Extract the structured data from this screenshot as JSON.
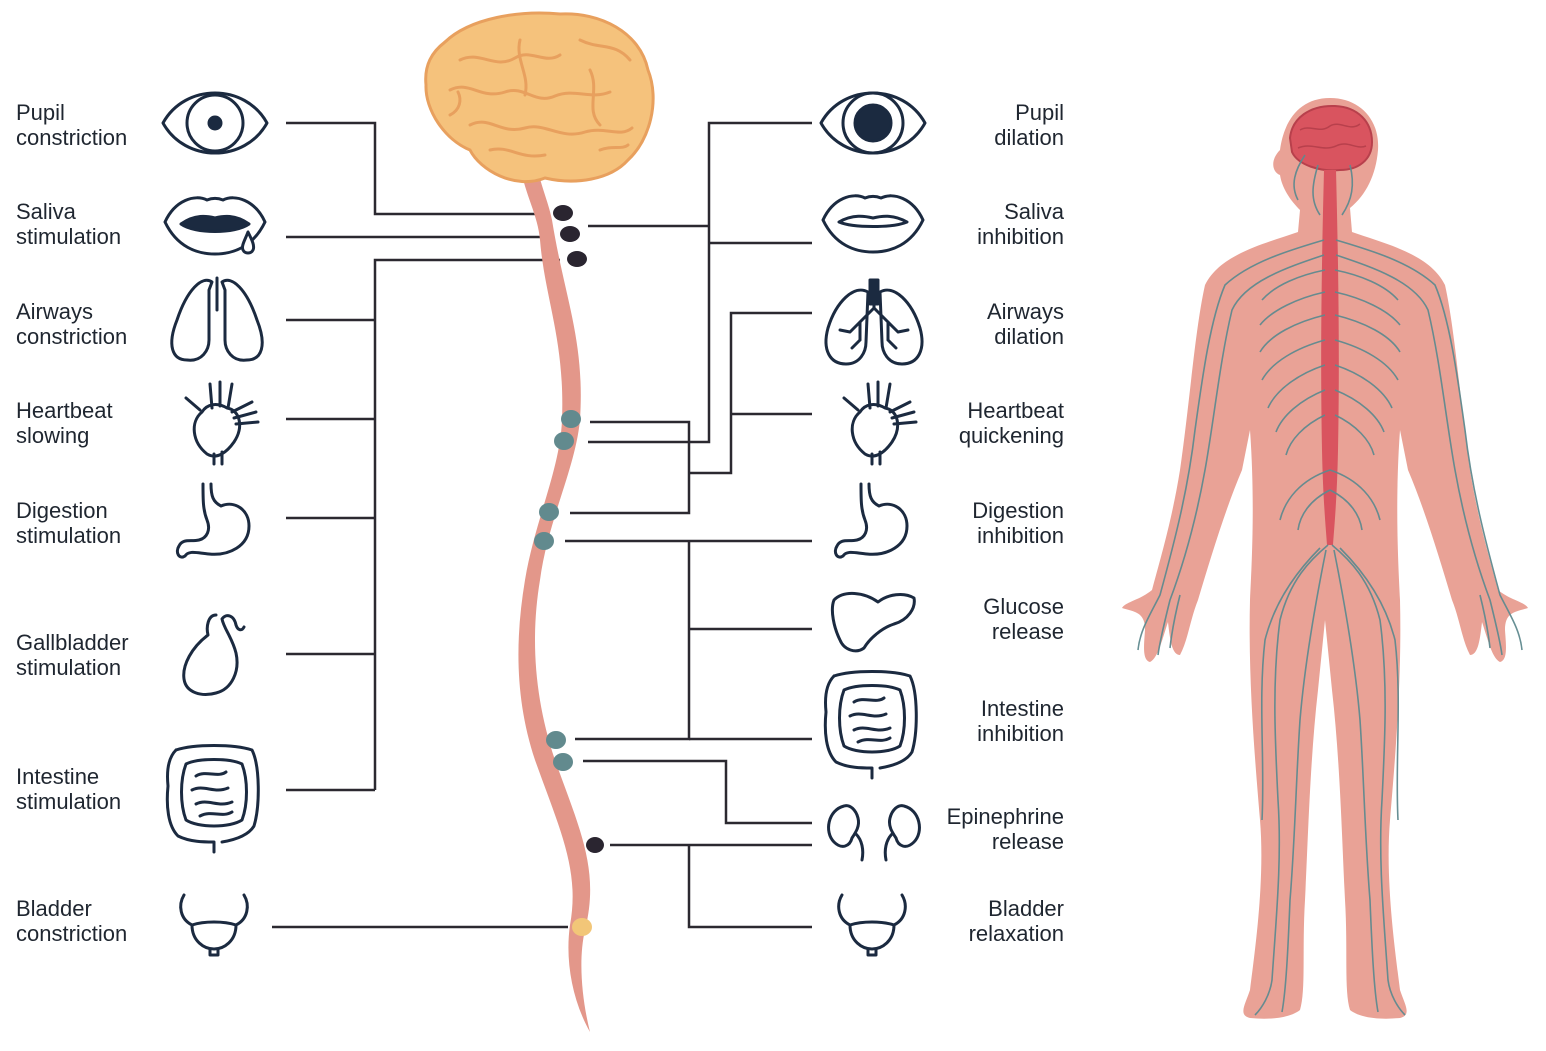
{
  "colors": {
    "line": "#2b2930",
    "icon_stroke": "#1b2a40",
    "brain": "#f5c27c",
    "brain_fold": "#e8a05e",
    "spine": "#e3978a",
    "body": "#e9a296",
    "nerves": "#5f8a8f",
    "node_dark": "#2a2530",
    "node_teal": "#628a8e",
    "node_yellow": "#f2c678"
  },
  "left_effects": [
    {
      "id": "pupil-constriction",
      "line1": "Pupil",
      "line2": "constriction",
      "icon": "eye-icon"
    },
    {
      "id": "saliva-stimulation",
      "line1": "Saliva",
      "line2": "stimulation",
      "icon": "lips-drool-icon"
    },
    {
      "id": "airways-constriction",
      "line1": "Airways",
      "line2": "constriction",
      "icon": "lungs-icon"
    },
    {
      "id": "heartbeat-slowing",
      "line1": "Heartbeat",
      "line2": "slowing",
      "icon": "heart-icon"
    },
    {
      "id": "digestion-stimulation",
      "line1": "Digestion",
      "line2": "stimulation",
      "icon": "stomach-icon"
    },
    {
      "id": "gallbladder-stimulation",
      "line1": "Gallbladder",
      "line2": "stimulation",
      "icon": "gallbladder-icon"
    },
    {
      "id": "intestine-stimulation",
      "line1": "Intestine",
      "line2": "stimulation",
      "icon": "intestine-icon"
    },
    {
      "id": "bladder-constriction",
      "line1": "Bladder",
      "line2": "constriction",
      "icon": "bladder-icon"
    }
  ],
  "right_effects": [
    {
      "id": "pupil-dilation",
      "line1": "Pupil",
      "line2": "dilation",
      "icon": "eye-dilated-icon"
    },
    {
      "id": "saliva-inhibition",
      "line1": "Saliva",
      "line2": "inhibition",
      "icon": "lips-icon"
    },
    {
      "id": "airways-dilation",
      "line1": "Airways",
      "line2": "dilation",
      "icon": "bronchi-icon"
    },
    {
      "id": "heartbeat-quickening",
      "line1": "Heartbeat",
      "line2": "quickening",
      "icon": "heart-icon"
    },
    {
      "id": "digestion-inhibition",
      "line1": "Digestion",
      "line2": "inhibition",
      "icon": "stomach-icon"
    },
    {
      "id": "glucose-release",
      "line1": "Glucose",
      "line2": "release",
      "icon": "liver-icon"
    },
    {
      "id": "intestine-inhibition",
      "line1": "Intestine",
      "line2": "inhibition",
      "icon": "intestine-icon"
    },
    {
      "id": "epinephrine-release",
      "line1": "Epinephrine",
      "line2": "release",
      "icon": "kidneys-icon"
    },
    {
      "id": "bladder-relaxation",
      "line1": "Bladder",
      "line2": "relaxation",
      "icon": "bladder-icon"
    }
  ]
}
